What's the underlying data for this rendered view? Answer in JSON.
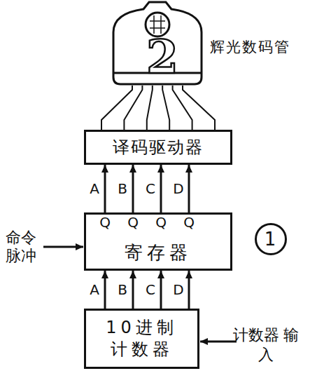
{
  "diagram": {
    "nodes": [
      {
        "text": [
          "辉光数码管"
        ]
      },
      {
        "text": [
          "译码驱动器"
        ]
      },
      {
        "text": [
          "寄存器"
        ]
      },
      {
        "text": [
          "10进制 计数器"
        ]
      },
      {
        "text": [
          "1"
        ]
      }
    ],
    "edges": [
      {
        "from": 1,
        "to": 0,
        "arrow": "none"
      },
      {
        "from": 2,
        "to": 1,
        "label": "A",
        "arrow": "to"
      },
      {
        "from": 2,
        "to": 1,
        "label": "B",
        "arrow": "to"
      },
      {
        "from": 2,
        "to": 1,
        "label": "C",
        "arrow": "to"
      },
      {
        "from": 2,
        "to": 1,
        "label": "D",
        "arrow": "to"
      },
      {
        "from": 3,
        "to": 2,
        "label": "A",
        "arrow": "to"
      },
      {
        "from": 3,
        "to": 2,
        "label": "B",
        "arrow": "to"
      },
      {
        "from": 3,
        "to": 2,
        "label": "C",
        "arrow": "to"
      },
      {
        "from": 3,
        "to": 2,
        "label": "D",
        "arrow": "to"
      }
    ],
    "labels": [
      "2",
      "Q",
      "Q",
      "Q",
      "Q",
      "命令 脉冲",
      "计数器 输入"
    ]
  }
}
